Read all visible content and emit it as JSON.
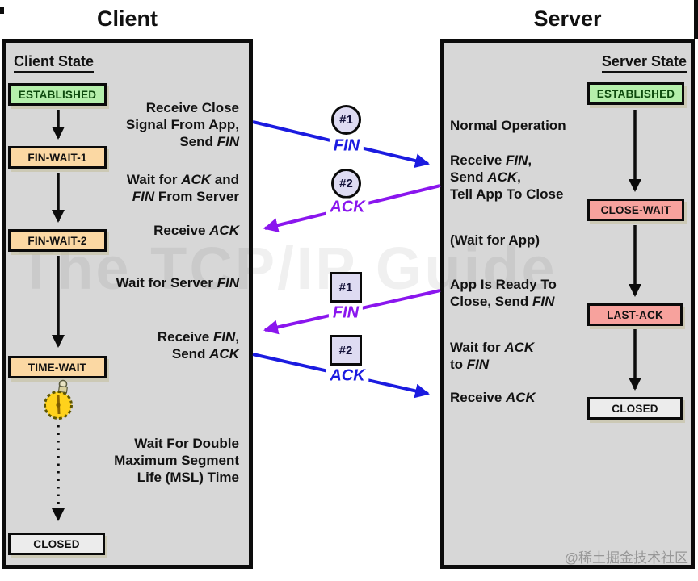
{
  "page": {
    "client_title": "Client",
    "server_title": "Server",
    "watermark": "The TCP/IP Guide",
    "footer": "@稀土掘金技术社区"
  },
  "colors": {
    "panel_gray": "#d7d7d7",
    "established_green": "#b5efab",
    "wait_peach": "#fbd8a3",
    "close_pink": "#f7a29d",
    "closed_gray": "#ececec",
    "token_lavender": "#dedbf2",
    "arrow_blue": "#1b1be0",
    "arrow_purple": "#8a16ee",
    "footer_gray": "#979797"
  },
  "client": {
    "heading": "Client State",
    "states": [
      {
        "label": "ESTABLISHED"
      },
      {
        "label": "FIN-WAIT-1"
      },
      {
        "label": "FIN-WAIT-2"
      },
      {
        "label": "TIME-WAIT"
      },
      {
        "label": "CLOSED"
      }
    ],
    "annotations": [
      {
        "lines": [
          [
            {
              "t": "Receive Close"
            }
          ],
          [
            {
              "t": "Signal From App,"
            }
          ],
          [
            {
              "t": "Send "
            },
            {
              "t": "FIN",
              "i": 1
            }
          ]
        ]
      },
      {
        "lines": [
          [
            {
              "t": "Wait for "
            },
            {
              "t": "ACK",
              "i": 1
            },
            {
              "t": " and"
            }
          ],
          [
            {
              "t": "FIN",
              "i": 1
            },
            {
              "t": " From Server"
            }
          ]
        ]
      },
      {
        "lines": [
          [
            {
              "t": "Receive "
            },
            {
              "t": "ACK",
              "i": 1
            }
          ]
        ]
      },
      {
        "lines": [
          [
            {
              "t": "Wait for Server "
            },
            {
              "t": "FIN",
              "i": 1
            }
          ]
        ]
      },
      {
        "lines": [
          [
            {
              "t": "Receive "
            },
            {
              "t": "FIN",
              "i": 1
            },
            {
              "t": ","
            }
          ],
          [
            {
              "t": "Send "
            },
            {
              "t": "ACK",
              "i": 1
            }
          ]
        ]
      },
      {
        "lines": [
          [
            {
              "t": "Wait For Double"
            }
          ],
          [
            {
              "t": "Maximum Segment"
            }
          ],
          [
            {
              "t": "Life (MSL) Time"
            }
          ]
        ]
      }
    ]
  },
  "server": {
    "heading": "Server State",
    "states": [
      {
        "label": "ESTABLISHED"
      },
      {
        "label": "CLOSE-WAIT"
      },
      {
        "label": "LAST-ACK"
      },
      {
        "label": "CLOSED"
      }
    ],
    "annotations": [
      {
        "lines": [
          [
            {
              "t": "Normal Operation"
            }
          ]
        ]
      },
      {
        "lines": [
          [
            {
              "t": "Receive "
            },
            {
              "t": "FIN",
              "i": 1
            },
            {
              "t": ","
            }
          ],
          [
            {
              "t": "Send "
            },
            {
              "t": "ACK",
              "i": 1
            },
            {
              "t": ","
            }
          ],
          [
            {
              "t": "Tell App To Close"
            }
          ]
        ]
      },
      {
        "lines": [
          [
            {
              "t": "(Wait for App)"
            }
          ]
        ]
      },
      {
        "lines": [
          [
            {
              "t": "App Is Ready To"
            }
          ],
          [
            {
              "t": "Close, Send "
            },
            {
              "t": "FIN",
              "i": 1
            }
          ]
        ]
      },
      {
        "lines": [
          [
            {
              "t": "Wait for "
            },
            {
              "t": "ACK",
              "i": 1
            }
          ],
          [
            {
              "t": "to "
            },
            {
              "t": "FIN",
              "i": 1
            }
          ]
        ]
      },
      {
        "lines": [
          [
            {
              "t": "Receive "
            },
            {
              "t": "ACK",
              "i": 1
            }
          ]
        ]
      }
    ]
  },
  "messages": [
    {
      "token": "#1",
      "shape": "circle",
      "label": "FIN",
      "color": "blue",
      "direction": "client-to-server"
    },
    {
      "token": "#2",
      "shape": "circle",
      "label": "ACK",
      "color": "purple",
      "direction": "server-to-client"
    },
    {
      "token": "#1",
      "shape": "square",
      "label": "FIN",
      "color": "purple",
      "direction": "server-to-client"
    },
    {
      "token": "#2",
      "shape": "square",
      "label": "ACK",
      "color": "blue",
      "direction": "client-to-server"
    }
  ]
}
